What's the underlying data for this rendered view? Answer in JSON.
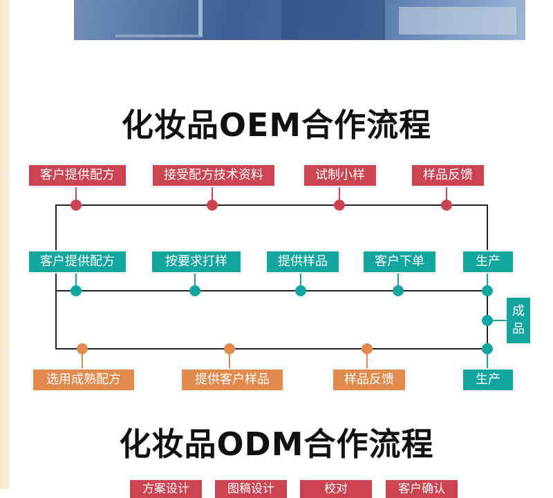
{
  "oem_title": "化妆品OEM合作流程",
  "odm_title": "化妆品ODM合作流程",
  "row1": [
    "客户提供配方",
    "接受配方技术资料",
    "试制小样",
    "样品反馈"
  ],
  "row2": [
    "客户提供配方",
    "按要求打样",
    "提供样品",
    "客户下单",
    "生产"
  ],
  "row3": [
    "选用成熟配方",
    "提供客户样品",
    "样品反馈",
    "生产"
  ],
  "finished": [
    "成",
    "品"
  ],
  "odm_row": [
    "方案设计",
    "图稿设计",
    "校对",
    "客户确认"
  ],
  "colors": {
    "red": "#cc4451",
    "teal": "#13a5a0",
    "orange": "#e28a4e"
  }
}
